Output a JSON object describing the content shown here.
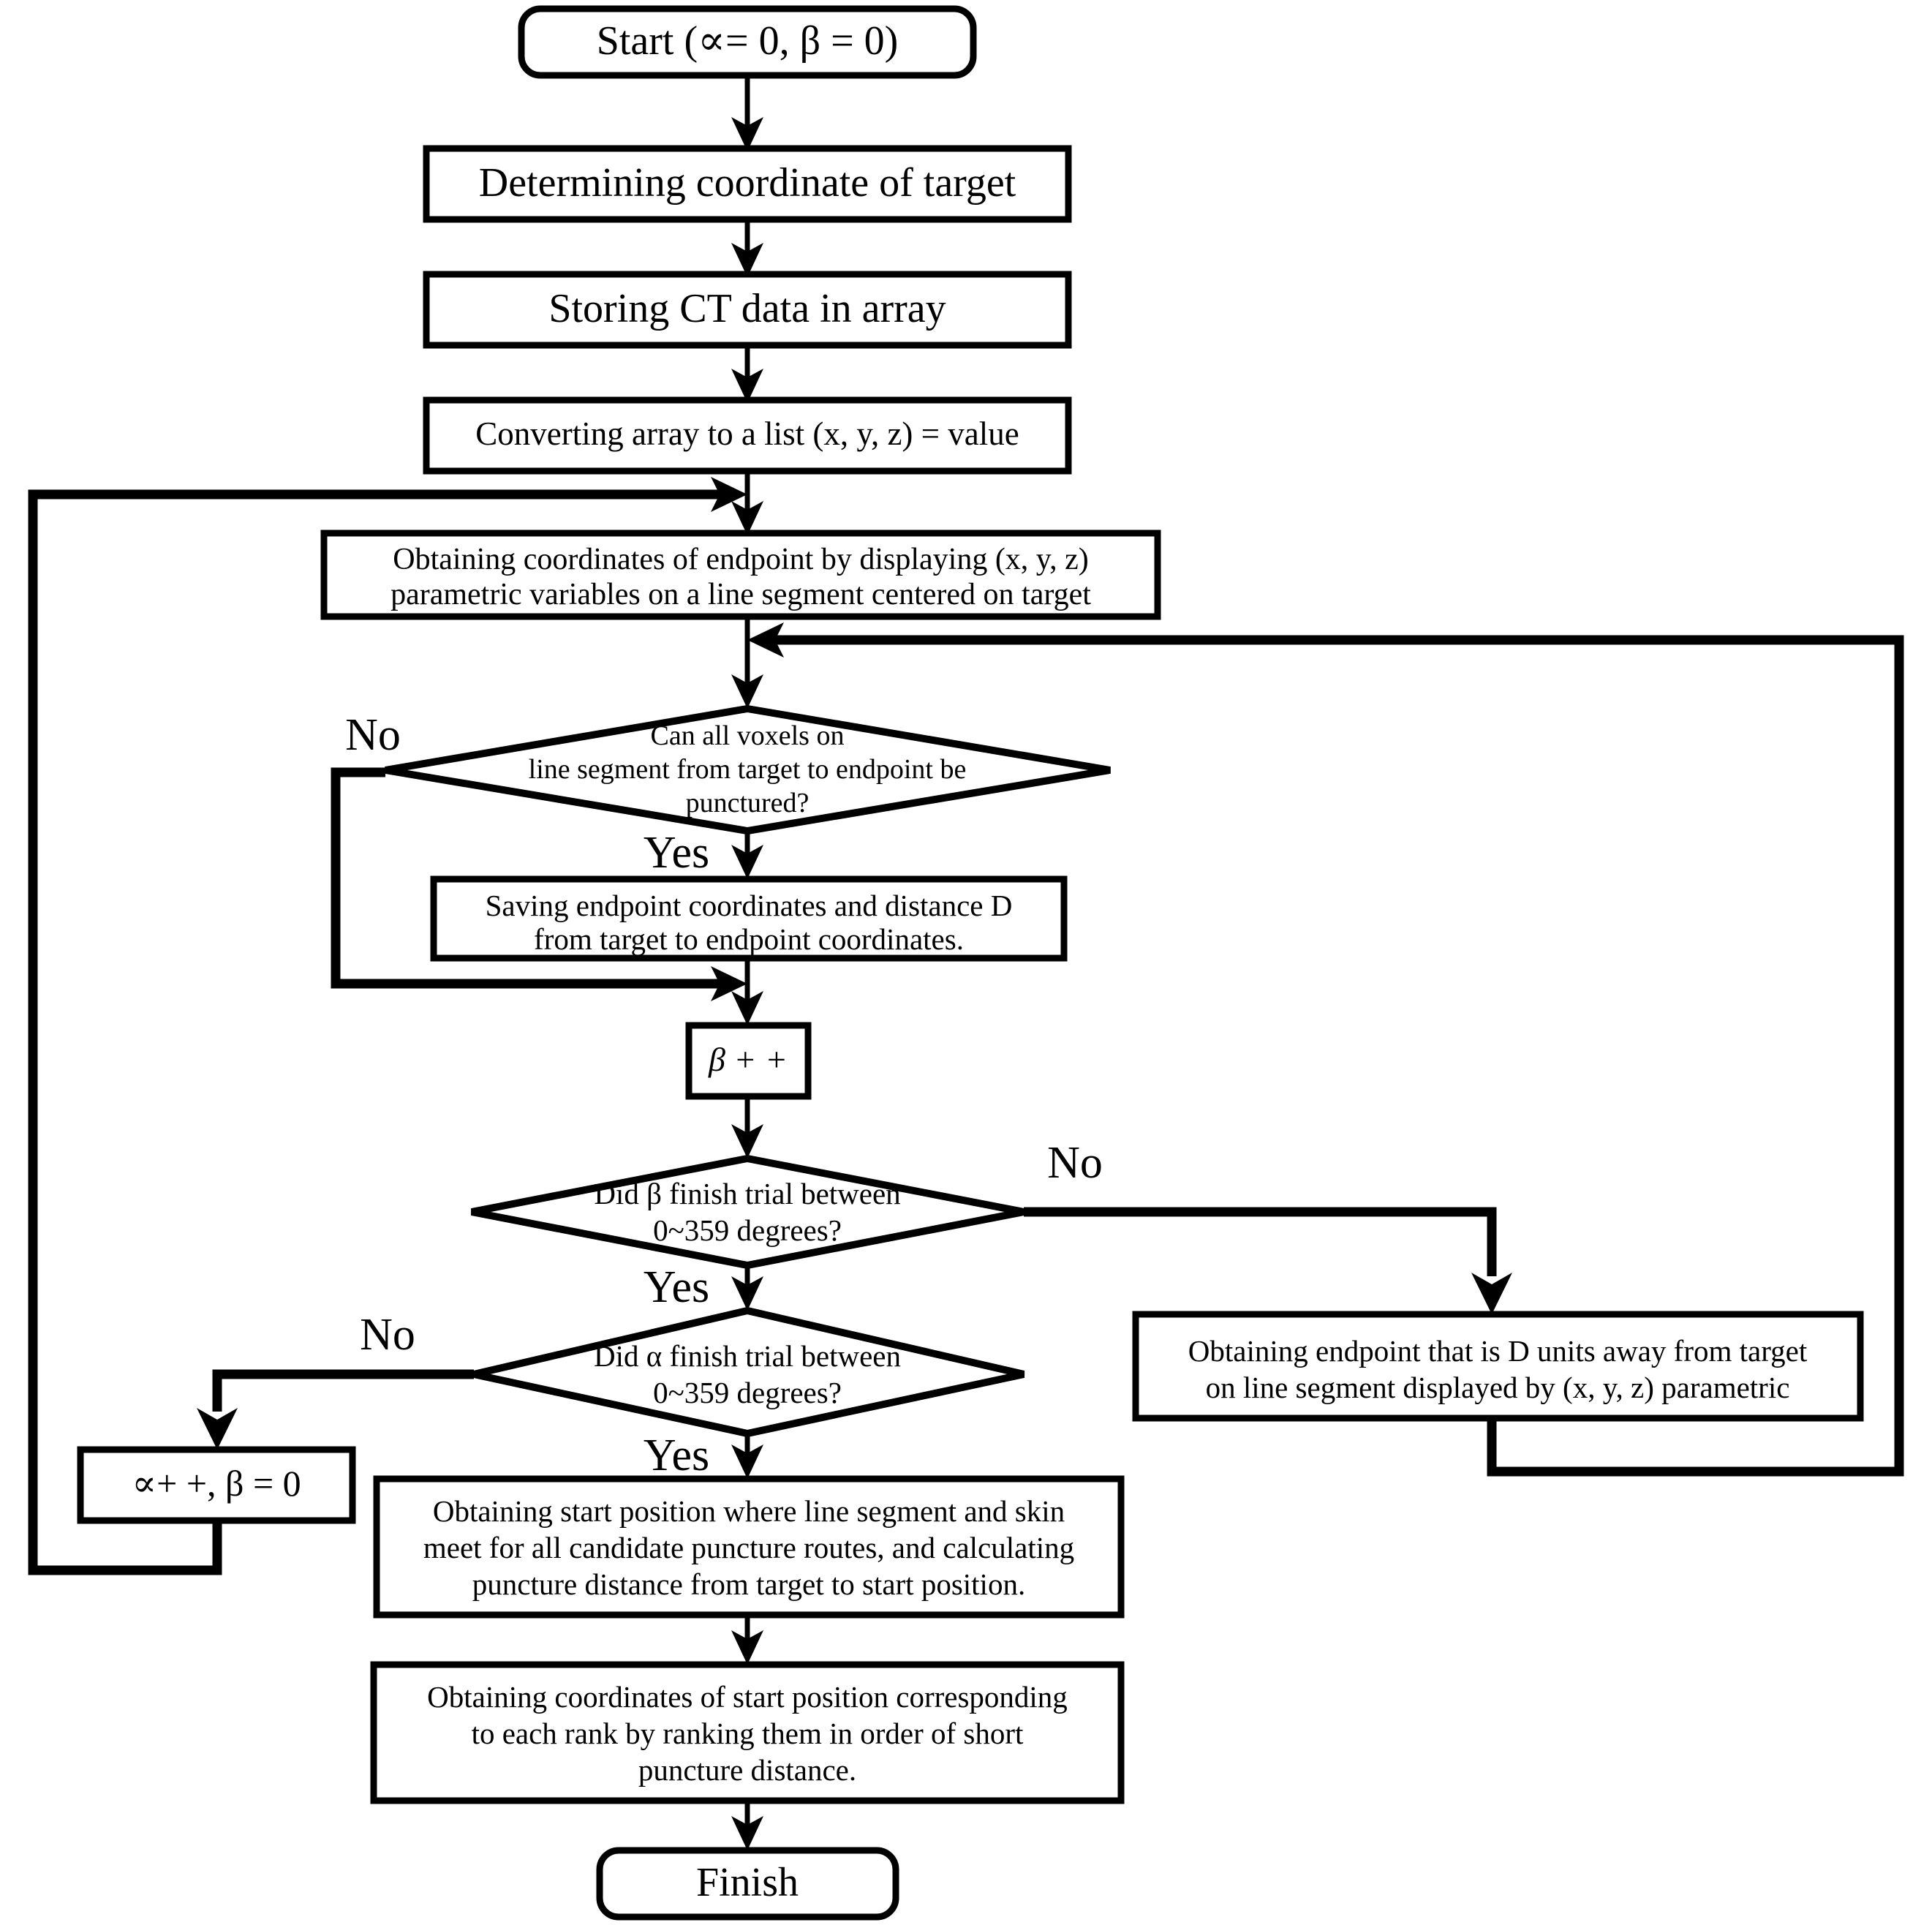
{
  "diagram": {
    "title": "Puncture route planning flowchart",
    "stroke_color": "#000000",
    "fill_color": "#ffffff",
    "background": "#ffffff"
  },
  "nodes": {
    "start": {
      "type": "terminator",
      "label": "Start (∝= 0, β = 0)"
    },
    "determine_target": {
      "type": "process",
      "label": "Determining coordinate of target"
    },
    "store_ct": {
      "type": "process",
      "label": "Storing CT data in array"
    },
    "convert_array": {
      "type": "process",
      "label": "Converting array to a list (x, y, z) = value"
    },
    "obtain_endpoint_coords": {
      "type": "process",
      "line1": "Obtaining coordinates of endpoint by displaying (x, y, z)",
      "line2": "parametric variables on a line segment centered on target"
    },
    "decision_voxels": {
      "type": "decision",
      "line1": "Can all voxels on",
      "line2": "line segment from target to endpoint be",
      "line3": "punctured?"
    },
    "save_endpoint": {
      "type": "process",
      "line1": "Saving endpoint coordinates and distance D",
      "line2": "from target to endpoint coordinates."
    },
    "beta_increment": {
      "type": "process",
      "label": "β + +"
    },
    "decision_beta": {
      "type": "decision",
      "line1": "Did β finish trial between",
      "line2": "0~359 degrees?"
    },
    "decision_alpha": {
      "type": "decision",
      "line1": "Did α finish trial between",
      "line2": "0~359 degrees?"
    },
    "alpha_increment": {
      "type": "process",
      "label": "∝+ +, β = 0"
    },
    "obtain_endpoint_d": {
      "type": "process",
      "line1": "Obtaining endpoint that is D units away from target",
      "line2": "on line segment displayed by (x, y, z) parametric"
    },
    "obtain_start_position": {
      "type": "process",
      "line1": "Obtaining start position where line segment and skin",
      "line2": "meet for all candidate puncture routes, and calculating",
      "line3": "puncture distance from target to start position."
    },
    "rank_start_positions": {
      "type": "process",
      "line1": "Obtaining coordinates of start position corresponding",
      "line2": "to each rank by ranking them in order of short",
      "line3": "puncture distance."
    },
    "finish": {
      "type": "terminator",
      "label": "Finish"
    }
  },
  "edge_labels": {
    "voxels_no": "No",
    "voxels_yes": "Yes",
    "beta_no": "No",
    "beta_yes": "Yes",
    "alpha_no": "No",
    "alpha_yes": "Yes"
  }
}
